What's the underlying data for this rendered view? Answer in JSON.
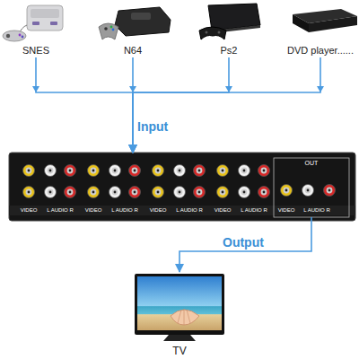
{
  "diagram": {
    "nodes": [
      {
        "text": [
          "SNES"
        ]
      },
      {
        "text": [
          "N64"
        ]
      },
      {
        "text": [
          "Ps2"
        ]
      },
      {
        "text": [
          "DVD player......"
        ]
      },
      {
        "text": [
          "VIDEO",
          "L AUDIO R",
          "VIDEO",
          "L AUDIO R",
          "VIDEO",
          "L AUDIO R",
          "VIDEO",
          "L AUDIO R"
        ]
      },
      {
        "text": [
          "OUT",
          "VIDEO",
          "L AUDIO R"
        ],
        "in": 4
      },
      {
        "text": [
          "TV"
        ]
      }
    ],
    "edges": [
      {
        "from": 0,
        "to": 4,
        "arrow": "to"
      },
      {
        "from": 1,
        "to": 4,
        "arrow": "to"
      },
      {
        "from": 2,
        "to": 4,
        "arrow": "to"
      },
      {
        "from": 3,
        "to": 4,
        "arrow": "to"
      },
      {
        "from": 5,
        "to": 6,
        "label": "Output",
        "arrow": "to"
      }
    ],
    "labels": [
      "Input"
    ]
  }
}
